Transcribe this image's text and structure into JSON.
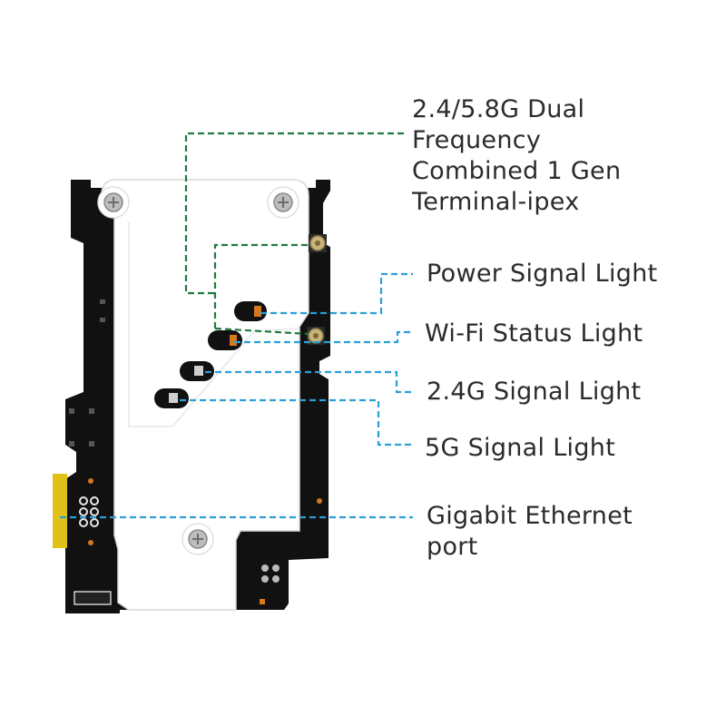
{
  "callouts": {
    "antenna": {
      "lines": [
        "2.4/5.8G Dual",
        "Frequency",
        "Combined 1 Gen",
        "Terminal-ipex"
      ],
      "color": "#1f7a3f"
    },
    "power_light": {
      "lines": [
        "Power Signal Light"
      ],
      "color": "#2a9fd8"
    },
    "wifi_light": {
      "lines": [
        "Wi-Fi Status Light"
      ],
      "color": "#2a9fd8"
    },
    "g24_light": {
      "lines": [
        "2.4G Signal Light"
      ],
      "color": "#2a9fd8"
    },
    "g5_light": {
      "lines": [
        "5G Signal Light"
      ],
      "color": "#2a9fd8"
    },
    "ethernet": {
      "lines": [
        "Gigabit Ethernet",
        "port"
      ],
      "color": "#2a9fd8"
    }
  },
  "board": {
    "pcb_color": "#111111",
    "shield_color": "#ffffff",
    "connector_color": "#e0c11a",
    "led_color": "#d8781c"
  }
}
